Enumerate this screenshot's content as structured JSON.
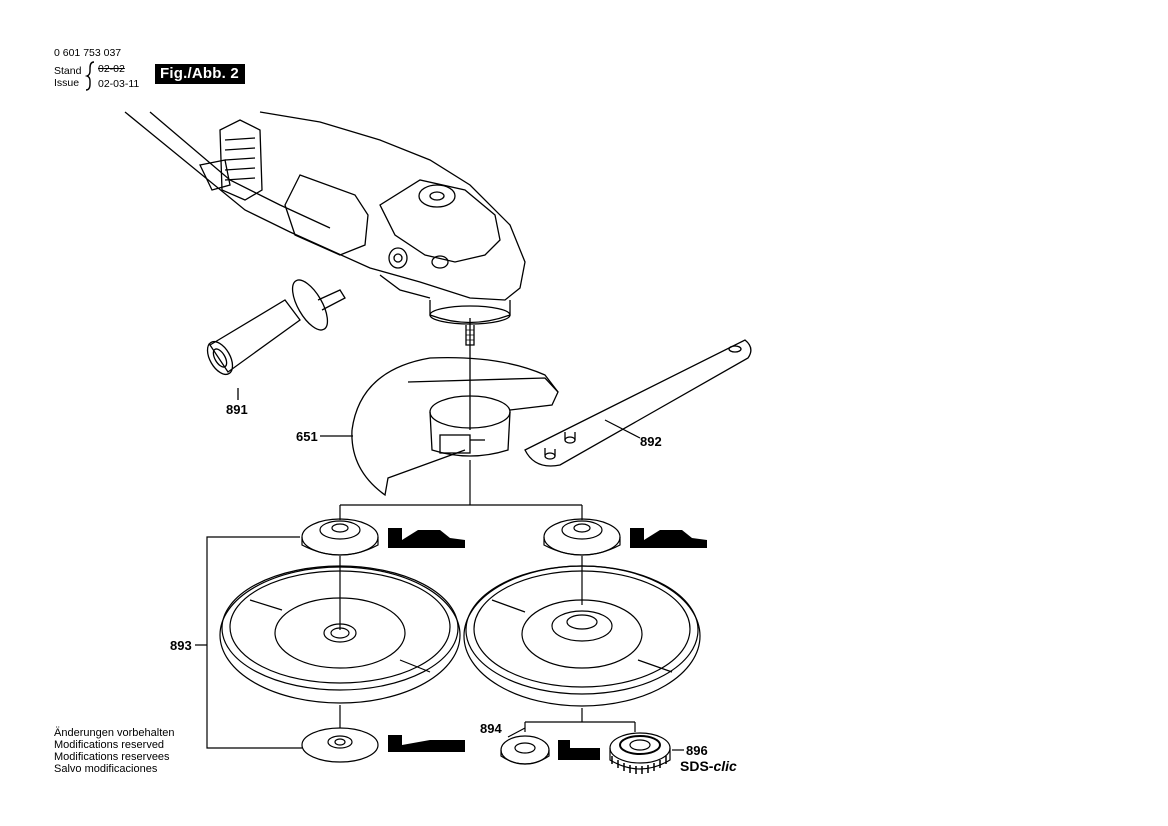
{
  "header": {
    "part_number": "0 601 753 037",
    "stand_label": "Stand",
    "issue_label": "Issue",
    "stand_value": "02-02",
    "issue_value": "02-03-11",
    "figure_label": "Fig./Abb. 2"
  },
  "notes": [
    "Änderungen vorbehalten",
    "Modifications reserved",
    "Modifications reservees",
    "Salvo modificaciones"
  ],
  "parts": {
    "handle": "891",
    "guard": "651",
    "spanner": "892",
    "flange_set": "893",
    "nut": "894",
    "quick_nut": "896",
    "sds": "SDS-",
    "sds_suffix": "clic"
  }
}
